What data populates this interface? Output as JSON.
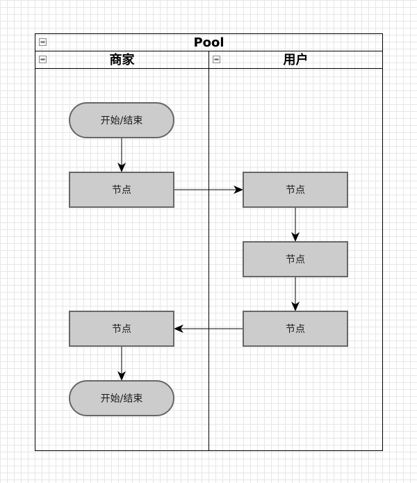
{
  "pool": {
    "title": "Pool"
  },
  "lanes": [
    {
      "id": "merchant",
      "title": "商家"
    },
    {
      "id": "user",
      "title": "用户"
    }
  ],
  "nodes": [
    {
      "id": "start",
      "shape": "terminal",
      "label": "开始/结束",
      "lane": "merchant"
    },
    {
      "id": "m1",
      "shape": "process",
      "label": "节点",
      "lane": "merchant"
    },
    {
      "id": "u1",
      "shape": "process",
      "label": "节点",
      "lane": "user"
    },
    {
      "id": "u2",
      "shape": "process",
      "label": "节点",
      "lane": "user"
    },
    {
      "id": "u3",
      "shape": "process",
      "label": "节点",
      "lane": "user"
    },
    {
      "id": "m2",
      "shape": "process",
      "label": "节点",
      "lane": "merchant"
    },
    {
      "id": "end",
      "shape": "terminal",
      "label": "开始/结束",
      "lane": "merchant"
    }
  ],
  "edges": [
    {
      "from": "start",
      "to": "m1"
    },
    {
      "from": "m1",
      "to": "u1"
    },
    {
      "from": "u1",
      "to": "u2"
    },
    {
      "from": "u2",
      "to": "u3"
    },
    {
      "from": "u3",
      "to": "m2"
    },
    {
      "from": "m2",
      "to": "end"
    }
  ],
  "colors": {
    "node_fill": "#cccccc",
    "node_stroke": "#666666",
    "line": "#000000",
    "grid": "#e6e6e6",
    "background": "#ffffff"
  },
  "icons": {
    "collapse": "minus-square-icon"
  }
}
